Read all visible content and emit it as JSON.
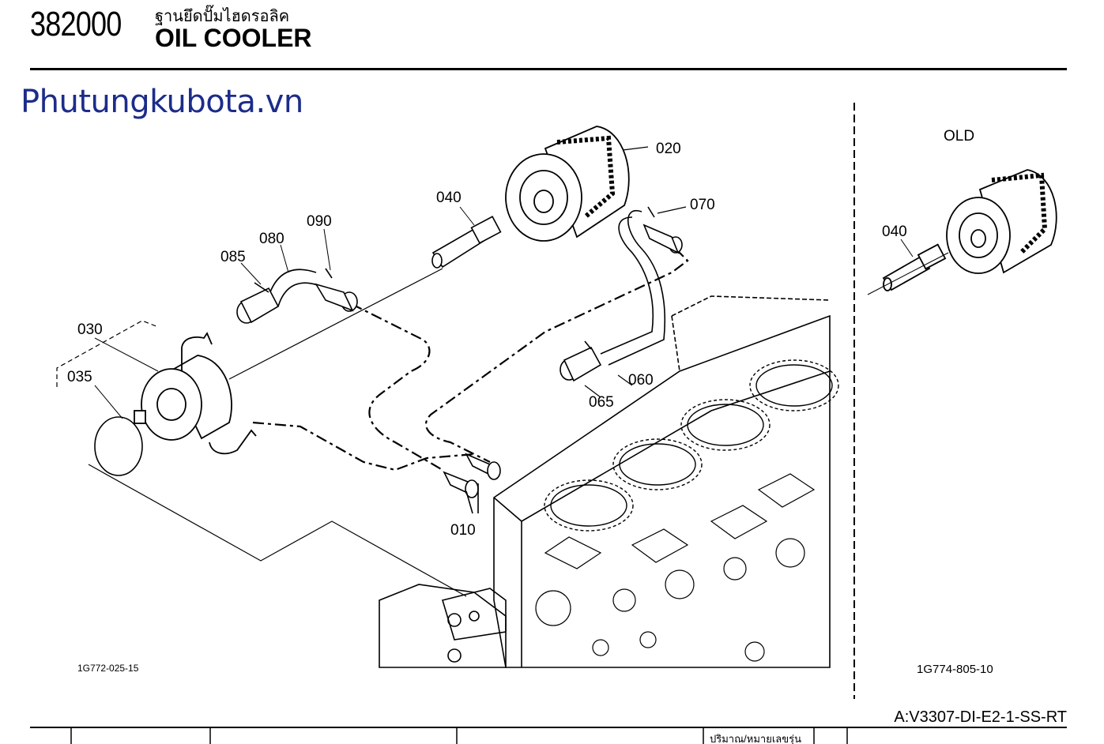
{
  "header": {
    "section_number": "382000",
    "title_thai": "ฐานยึดปั๊มไฮดรอลิค",
    "title_en": "OIL COOLER"
  },
  "watermark": "Phutungkubota.vn",
  "diagram": {
    "callouts": {
      "c010": "010",
      "c020": "020",
      "c030": "030",
      "c035": "035",
      "c040": "040",
      "c060": "060",
      "c065": "065",
      "c070": "070",
      "c080": "080",
      "c085": "085",
      "c090": "090"
    },
    "figure_code": "1G772-025-15"
  },
  "inset": {
    "label": "OLD",
    "callout_040": "040",
    "figure_code": "1G774-805-10"
  },
  "footer": {
    "model_code": "A:V3307-DI-E2-1-SS-RT",
    "qty_header": "ปริมาณ/หมายเลขรุ่น"
  }
}
